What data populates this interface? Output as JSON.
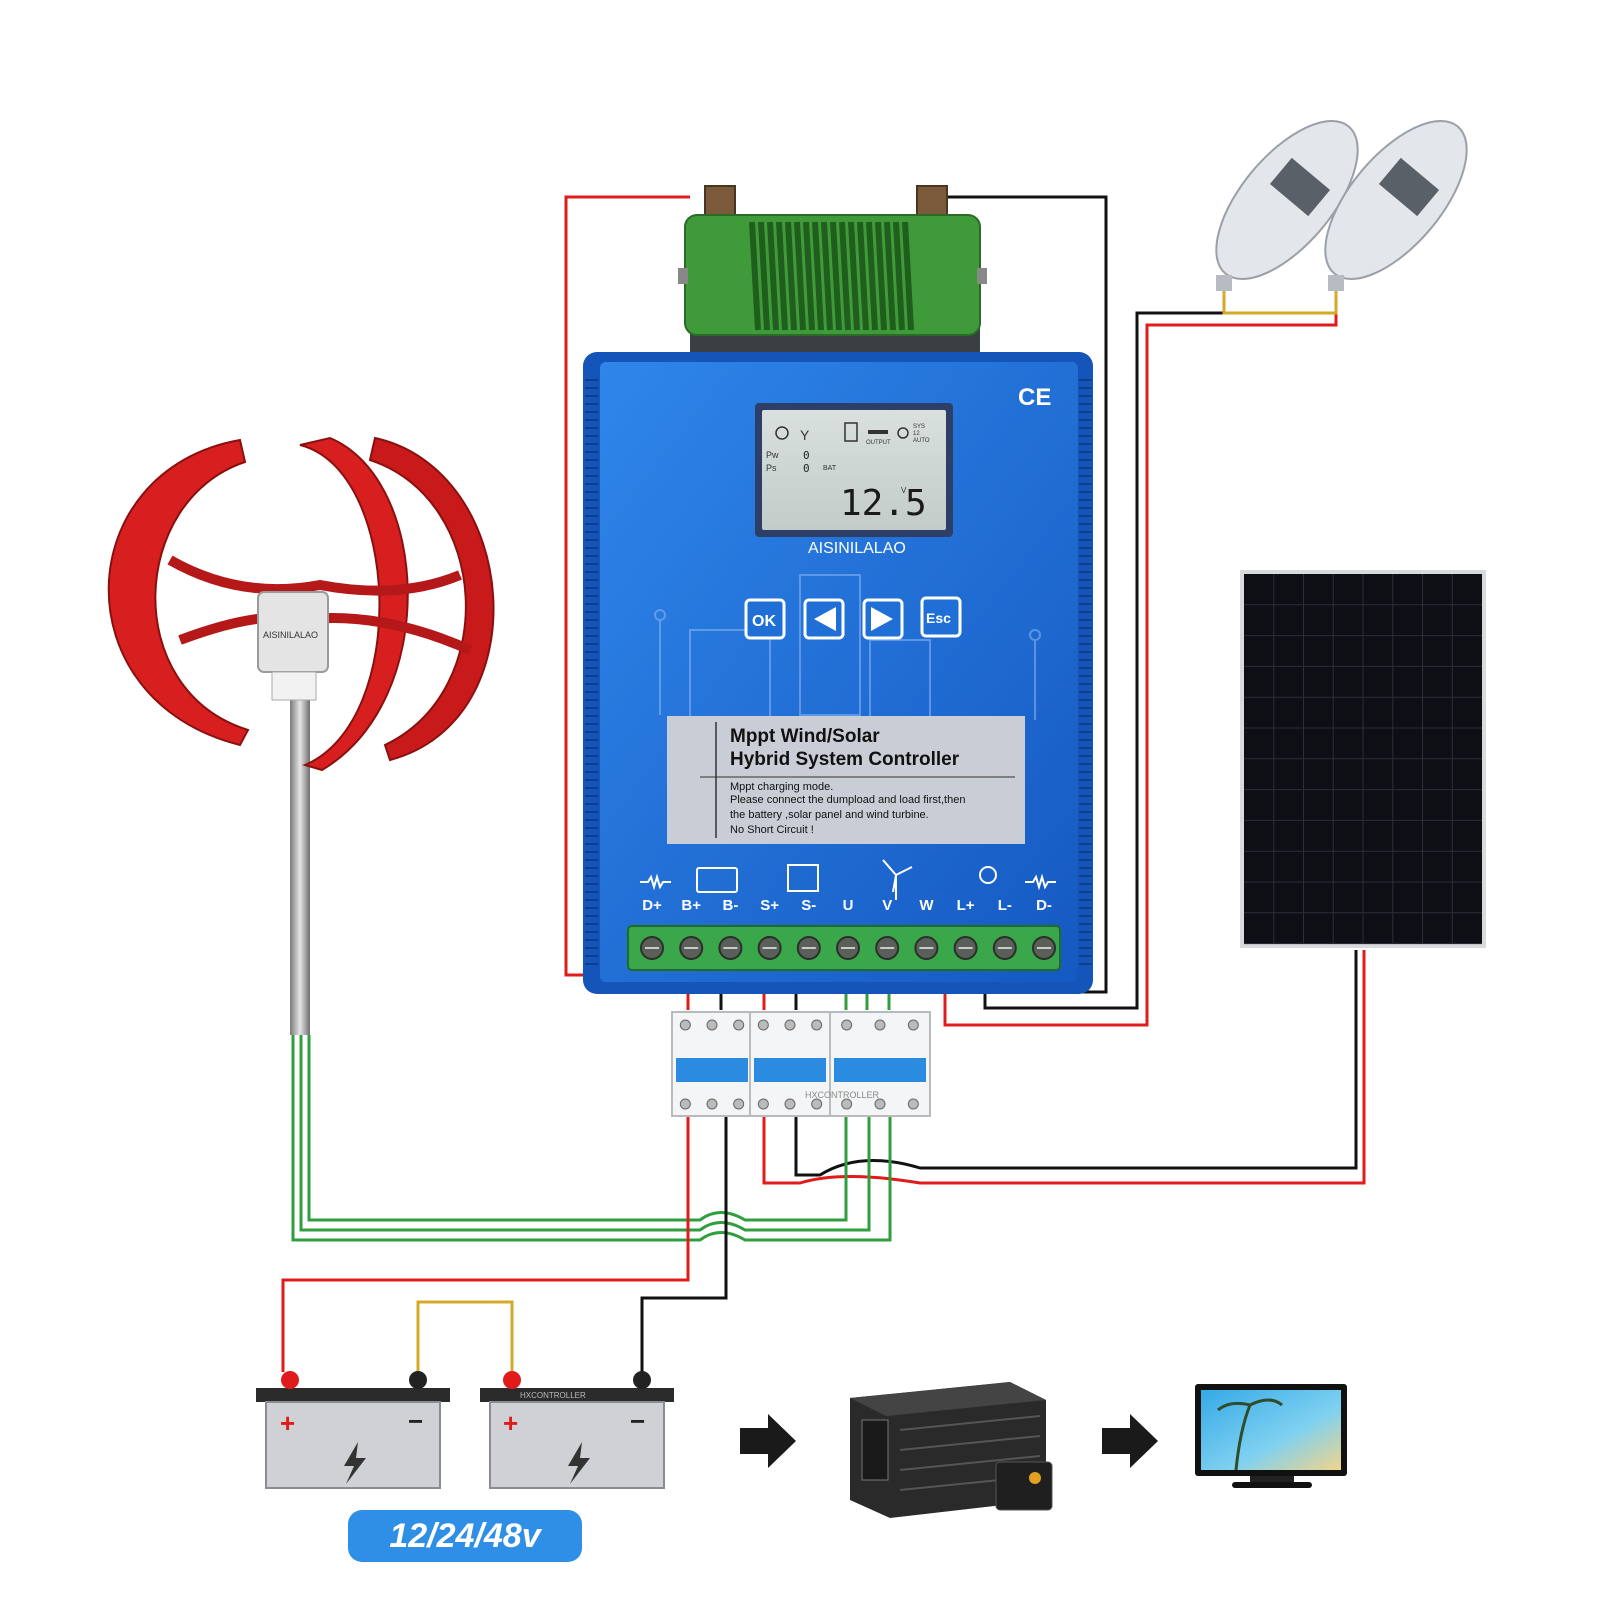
{
  "colors": {
    "controller_blue": "#1f6fd6",
    "wire_red": "#e01b1b",
    "wire_black": "#111111",
    "wire_green": "#2e9e3e",
    "wire_yellow": "#d4a92a",
    "turbine_red": "#d81f1f",
    "resistor_green": "#3f9b3a",
    "voltage_badge": "#2f8fe6"
  },
  "controller": {
    "ce_mark": "CE",
    "lcd": {
      "pw_label": "Pw",
      "pw_value": "0",
      "ps_label": "Ps",
      "ps_value": "0",
      "bat_label": "BAT",
      "output_label": "OUTPUT",
      "sys_label": "SYS",
      "sys_value": "12",
      "auto_label": "AUTO",
      "voltage_reading": "12.5",
      "voltage_unit": "V"
    },
    "brand": "AISINILALAO",
    "buttons": {
      "ok": "OK",
      "esc": "Esc"
    },
    "panel_title_line1": "Mppt Wind/Solar",
    "panel_title_line2": "Hybrid System Controller",
    "panel_notes": [
      "Mppt charging mode.",
      "Please connect the dumpload and load first,then",
      "the battery ,solar panel and wind turbine.",
      "No Short Circuit !"
    ],
    "terminals": [
      "D+",
      "B+",
      "B-",
      "S+",
      "S-",
      "U",
      "V",
      "W",
      "L+",
      "L-",
      "D-"
    ]
  },
  "turbine": {
    "hub_label": "AISINILALAO"
  },
  "breaker_label": "HXCONTROLLER",
  "battery_label": "HXCONTROLLER",
  "battery_plus": "+",
  "battery_minus": "−",
  "voltage_badge": "12/24/48v"
}
